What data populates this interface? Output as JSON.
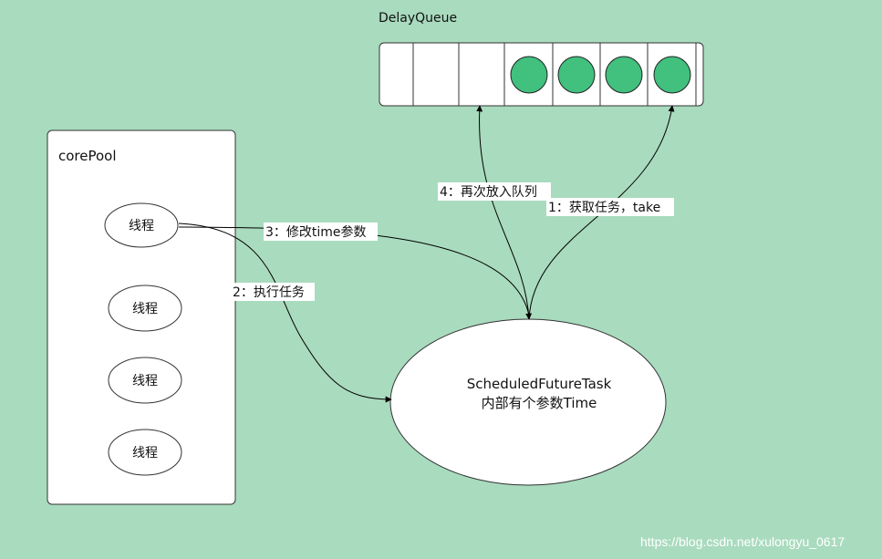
{
  "queue": {
    "title": "DelayQueue",
    "total_slots": 7,
    "filled_slots": 4
  },
  "pool": {
    "title": "corePool",
    "threads": [
      "线程",
      "线程",
      "线程",
      "线程"
    ]
  },
  "task": {
    "line1": "ScheduledFutureTask",
    "line2": "内部有个参数Time"
  },
  "edges": {
    "take": "1：获取任务，take",
    "execute": "2：执行任务",
    "modify": "3：修改time参数",
    "requeue": "4：再次放入队列"
  },
  "colors": {
    "background": "#a9dbbe",
    "task_dot": "#41c07e"
  },
  "watermark": "https://blog.csdn.net/xulongyu_0617"
}
